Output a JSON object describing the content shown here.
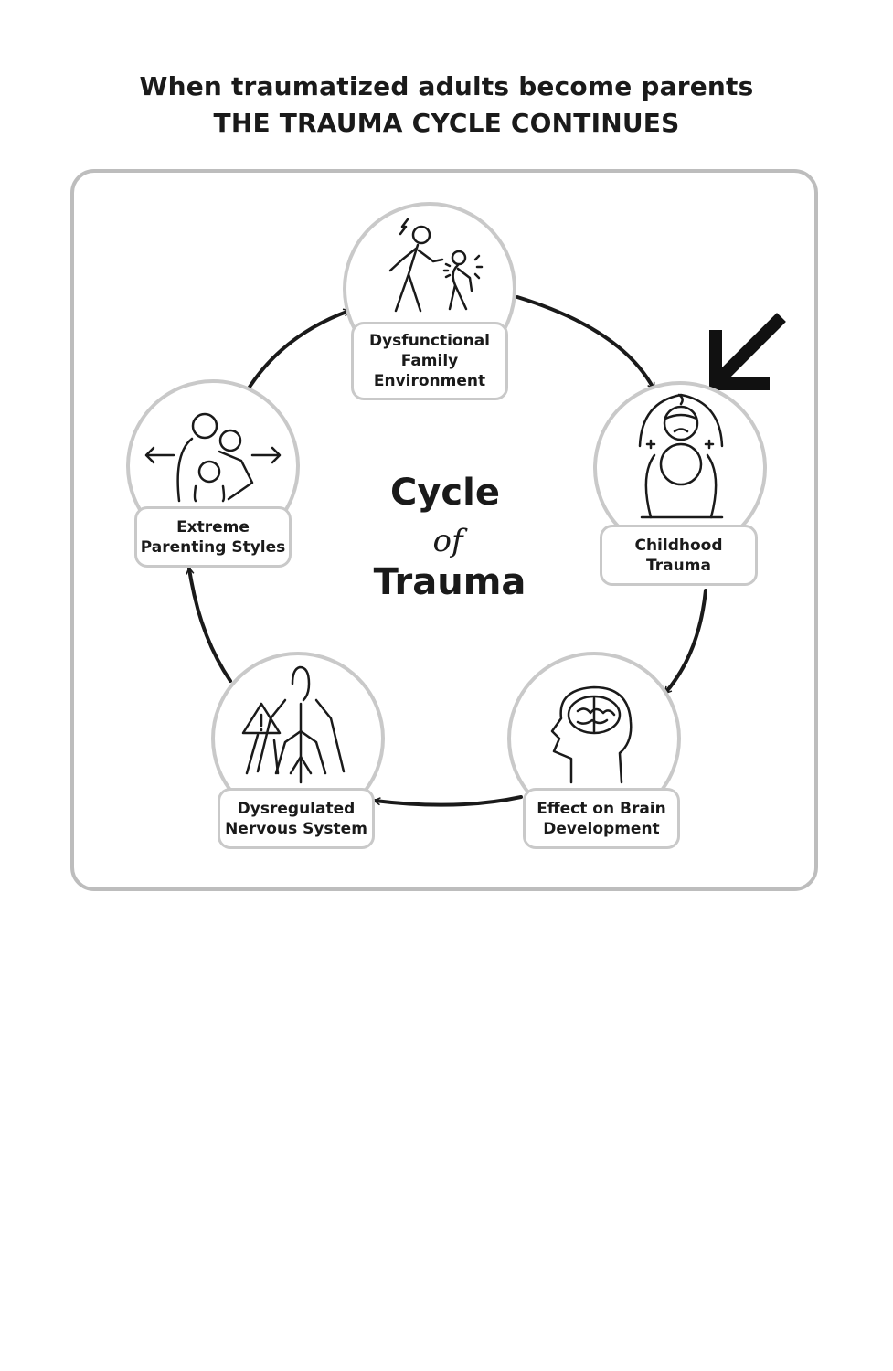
{
  "header": {
    "line1": "When traumatized adults become parents",
    "line2": "THE TRAUMA CYCLE CONTINUES"
  },
  "center": {
    "line1": "Cycle",
    "line2": "of",
    "line3": "Trauma"
  },
  "nodes": [
    {
      "id": "dysfunctional-family",
      "label": "Dysfunctional\nFamily\nEnvironment",
      "icon": "adult-yelling-at-child-icon"
    },
    {
      "id": "childhood-trauma",
      "label": "Childhood\nTrauma",
      "icon": "distressed-child-icon"
    },
    {
      "id": "brain-development",
      "label": "Effect on Brain\nDevelopment",
      "icon": "head-brain-icon"
    },
    {
      "id": "nervous-system",
      "label": "Dysregulated\nNervous System",
      "icon": "nervous-system-warning-icon"
    },
    {
      "id": "parenting-styles",
      "label": "Extreme\nParenting Styles",
      "icon": "family-arrows-icon"
    }
  ],
  "colors": {
    "frame_border": "#bdbdbd",
    "circle_border": "#c9c9c9",
    "ink": "#1a1a1a"
  }
}
